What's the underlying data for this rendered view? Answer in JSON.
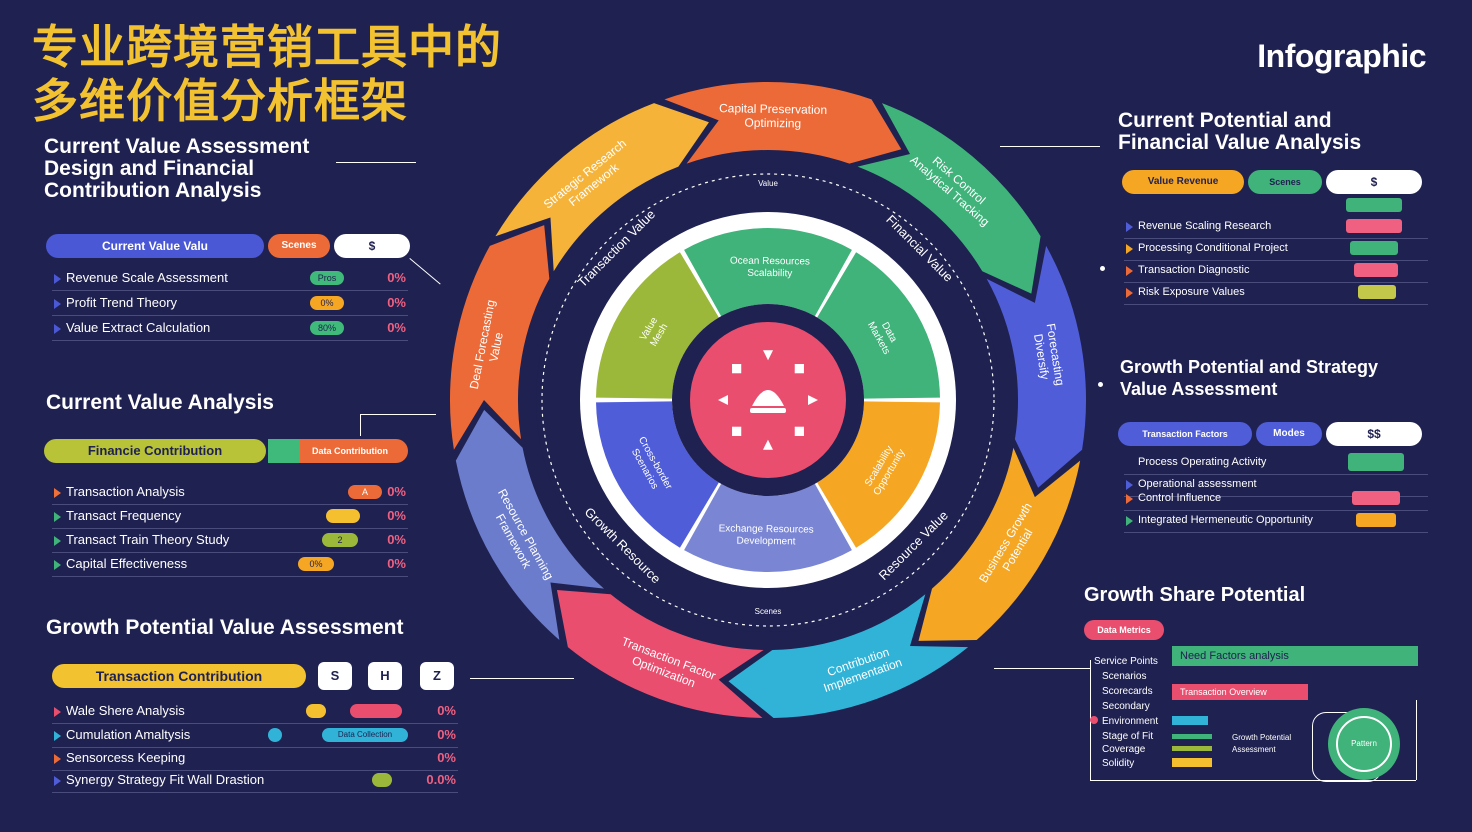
{
  "header": {
    "title_line1": "专业跨境营销工具中的",
    "title_line2": "多维价值分析框架",
    "brand": "Infographic"
  },
  "left": {
    "section1": {
      "title": "Current Value Assessment Design and Financial Contribution Analysis",
      "tab_main": "Current Value Valu",
      "tab_secondary": "Scenes",
      "tab_white": "$",
      "rows": [
        {
          "label": "Revenue Scale Assessment",
          "chip": "Pros",
          "value": "0%"
        },
        {
          "label": "Profit Trend Theory",
          "chip": "0%",
          "value": "0%"
        },
        {
          "label": "Value Extract Calculation",
          "chip": "80%",
          "value": "0%"
        }
      ]
    },
    "section2": {
      "title": "Current Value Analysis",
      "tab_main": "Financie Contribution",
      "tab_secondary": "Data Contribution",
      "rows": [
        {
          "label": "Transaction Analysis",
          "chip": "A",
          "value": "0%"
        },
        {
          "label": "Transact Frequency",
          "chip": "",
          "value": "0%"
        },
        {
          "label": "Transact Train Theory Study",
          "chip": "2",
          "value": "0%"
        },
        {
          "label": "Capital Effectiveness",
          "chip": "0%",
          "value": "0%"
        }
      ]
    },
    "section3": {
      "title": "Growth Potential Value Assessment",
      "tab_main": "Transaction Contribution",
      "buttons": [
        "S",
        "H",
        "Z"
      ],
      "rows": [
        {
          "label": "Wale Shere Analysis",
          "value": "0%"
        },
        {
          "label": "Cumulation Amaltysis",
          "chip": "Data Collection",
          "value": "0%"
        },
        {
          "label": "Sensorcess Keeping",
          "value": "0%"
        },
        {
          "label": "Synergy Strategy Fit Wall Drastion",
          "value": "0.0%"
        }
      ]
    }
  },
  "right": {
    "section1": {
      "title": "Current Potential and Financial Value Analysis",
      "tab_main": "Value Revenue",
      "tab_secondary": "Scenes",
      "tab_white": "$",
      "rows": [
        {
          "label": "Revenue Scaling Research"
        },
        {
          "label": "Processing Conditional Project"
        },
        {
          "label": "Transaction Diagnostic"
        },
        {
          "label": "Risk Exposure Values"
        }
      ],
      "bar_colors": [
        "#3fba7a",
        "#f06080",
        "#3fba7a",
        "#f06080",
        "#c4c84a"
      ]
    },
    "section2": {
      "title": "Growth Potential and Strategy Value Assessment",
      "tab_main": "Transaction Factors",
      "tab_secondary": "Modes",
      "tab_white": "$$",
      "rows": [
        {
          "label": "Process Operating Activity"
        },
        {
          "label": "Operational assessment"
        },
        {
          "label": "Control Influence"
        },
        {
          "label": "Integrated Hermeneutic Opportunity"
        }
      ]
    },
    "section3": {
      "title": "Growth Share Potential",
      "tab_main": "Data Metrics",
      "bar1_label": "Need Factors analysis",
      "bar2_label": "Transaction Overview",
      "legend": [
        "Service Points",
        "Scenarios",
        "Scorecards",
        "Secondary",
        "Environment",
        "Stage of Fit",
        "Coverage",
        "Solidity"
      ],
      "circle_label": "Pattern",
      "side_text": [
        "Growth Potential",
        "Assessment"
      ]
    }
  },
  "wheel": {
    "outer_segments": [
      {
        "label1": "Capital Preservation",
        "label2": "Optimizing",
        "color": "#ec6a37"
      },
      {
        "label1": "Risk Control",
        "label2": "Analytical Tracking",
        "color": "#3fb37a"
      },
      {
        "label1": "Forecasting",
        "label2": "Diversify",
        "color": "#4f5dd8"
      },
      {
        "label1": "Business Growth",
        "label2": "Potential",
        "color": "#f5a623"
      },
      {
        "label1": "Contribution",
        "label2": "Implementation",
        "color": "#31b3d8"
      },
      {
        "label1": "Transaction Factor",
        "label2": "Optimization",
        "color": "#ea4e6f"
      },
      {
        "label1": "Resource Planning",
        "label2": "Framework",
        "color": "#6b7ccc"
      },
      {
        "label1": "Deal Forecasting",
        "label2": "Value",
        "color": "#ec6a37"
      },
      {
        "label1": "Strategic Research",
        "label2": "Framework",
        "color": "#f5b33a"
      }
    ],
    "ring_labels": [
      "Transaction Value",
      "Financial Value",
      "Resource Value",
      "Growth Resource"
    ],
    "ring_top": "Value",
    "ring_bottom": "Scenes",
    "inner_segments": [
      {
        "label1": "Ocean Resources",
        "label2": "Scalability",
        "color": "#3fb37a"
      },
      {
        "label1": "Data",
        "label2": "Markets",
        "color": "#3fb37a"
      },
      {
        "label1": "Scalability",
        "label2": "Opportunity",
        "color": "#f5a623"
      },
      {
        "label1": "Exchange Resources",
        "label2": "Development",
        "color": "#7a86d4"
      },
      {
        "label1": "Cross-border",
        "label2": "Scenarios",
        "color": "#4f5dd8"
      },
      {
        "label1": "Value",
        "label2": "Mesh",
        "color": "#9cb83a"
      }
    ],
    "center_color": "#ea4e6f"
  },
  "colors": {
    "background": "#1f2150",
    "title": "#f2c230",
    "orange": "#ec6a37",
    "green": "#3fb37a",
    "blue": "#4f5dd8",
    "yellow": "#f5a623",
    "pink": "#ea4e6f",
    "cyan": "#31b3d8"
  }
}
